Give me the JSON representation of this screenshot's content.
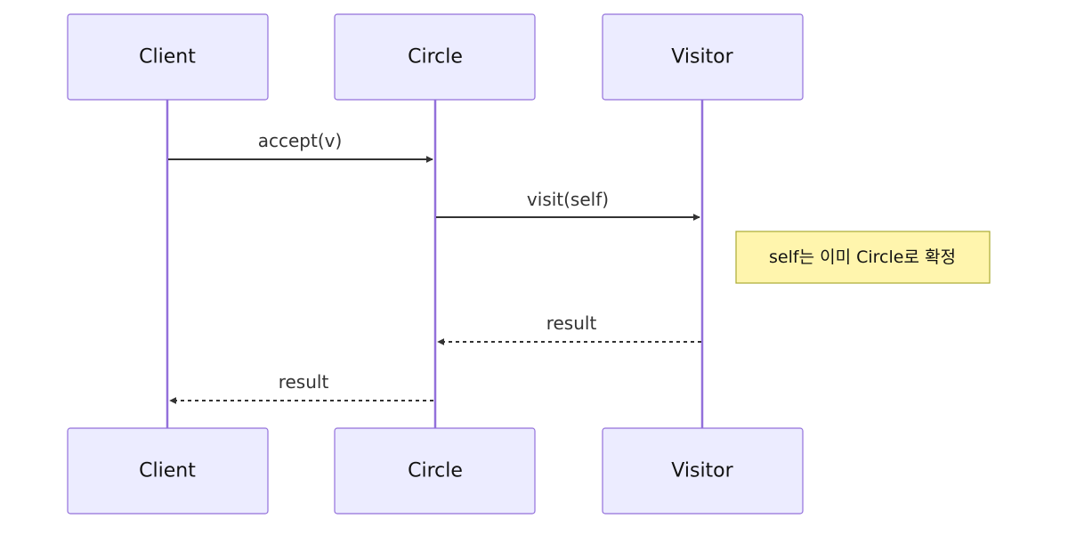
{
  "participants": {
    "client": "Client",
    "circle": "Circle",
    "visitor": "Visitor"
  },
  "messages": [
    {
      "from": "Client",
      "to": "Circle",
      "label": "accept(v)",
      "style": "solid"
    },
    {
      "from": "Circle",
      "to": "Visitor",
      "label": "visit(self)",
      "style": "solid"
    },
    {
      "from": "Visitor",
      "to": "Circle",
      "label": "result",
      "style": "dashed"
    },
    {
      "from": "Circle",
      "to": "Client",
      "label": "result",
      "style": "dashed"
    }
  ],
  "note": {
    "text": "self는 이미 Circle로 확정",
    "attached_to": "Visitor",
    "position": "right"
  },
  "colors": {
    "actor_fill": "#ececff",
    "actor_border": "#9370db",
    "lifeline": "#9370db",
    "arrow": "#333333",
    "note_fill": "#fff5ad",
    "note_border": "#aaaa33"
  }
}
